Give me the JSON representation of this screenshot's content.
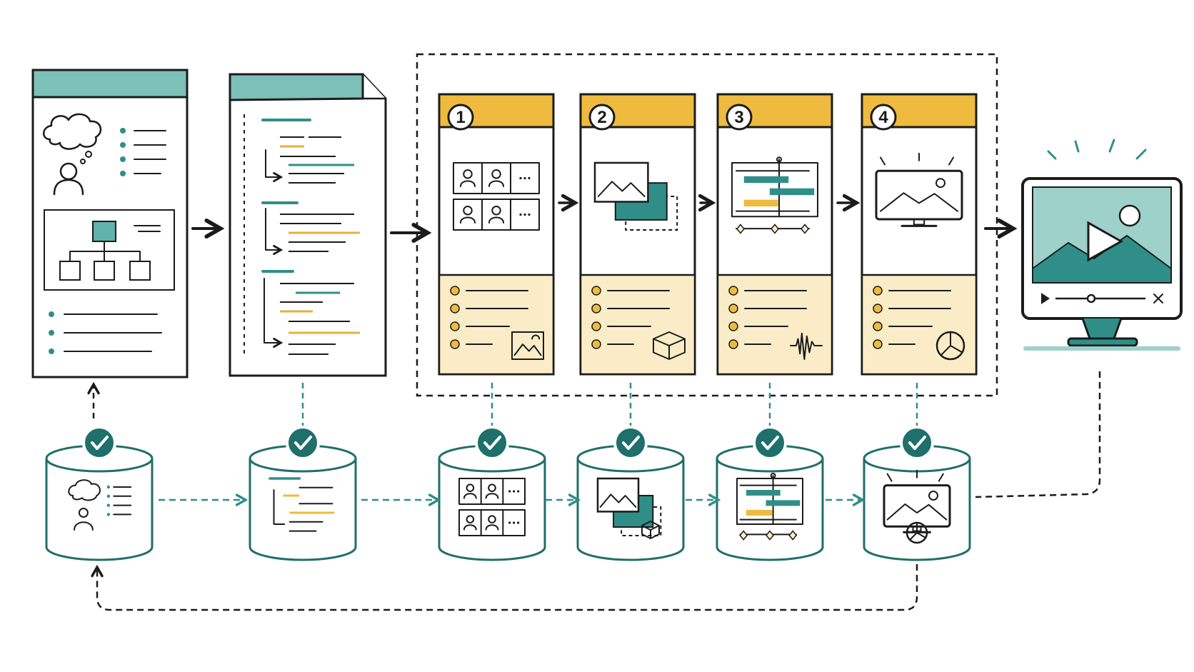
{
  "colors": {
    "teal": "#5fb3ab",
    "teal_dark": "#1f6f6a",
    "teal_line": "#2f8f88",
    "gold": "#efbb3e",
    "gold_light": "#fbecc8",
    "ink": "#1b1b1b",
    "paper": "#ffffff"
  },
  "steps": [
    {
      "number": "1",
      "content_icon": "video-grid-icon",
      "asset_icon": "image-icon"
    },
    {
      "number": "2",
      "content_icon": "layered-images-icon",
      "asset_icon": "cube-icon"
    },
    {
      "number": "3",
      "content_icon": "timeline-icon",
      "asset_icon": "waveform-icon"
    },
    {
      "number": "4",
      "content_icon": "monitor-image-icon",
      "asset_icon": "pie-chart-icon"
    }
  ],
  "databases": [
    {
      "content_icon": "idea-persona-icon",
      "status_icon": "check-icon"
    },
    {
      "content_icon": "script-icon",
      "status_icon": "check-icon"
    },
    {
      "content_icon": "video-grid-icon",
      "status_icon": "check-icon"
    },
    {
      "content_icon": "layered-images-icon",
      "status_icon": "check-icon"
    },
    {
      "content_icon": "timeline-icon",
      "status_icon": "check-icon"
    },
    {
      "content_icon": "monitor-image-icon",
      "status_icon": "check-icon"
    }
  ],
  "output_icon": "video-player-monitor-icon"
}
